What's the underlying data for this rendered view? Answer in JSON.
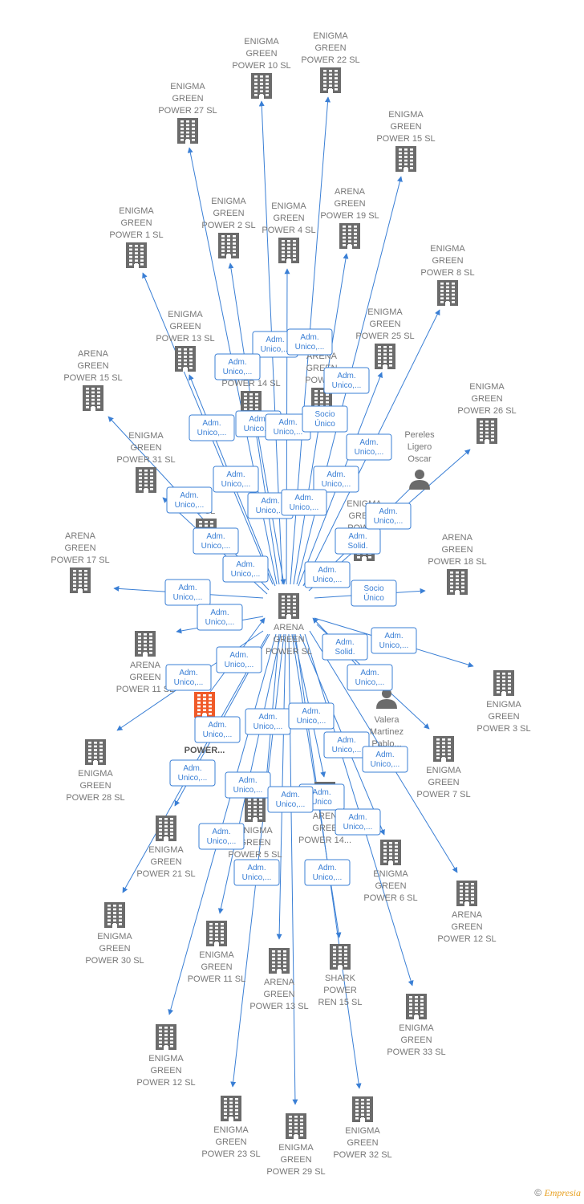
{
  "footer": {
    "copyright": "©",
    "brand": "Empresia"
  },
  "colors": {
    "edge": "#3a7fd5",
    "building": "#6b6b6b",
    "focus": "#f05a28",
    "label": "#777777"
  },
  "nodes": [
    {
      "id": "center",
      "lines": [
        "ARENA",
        "GREEN",
        "POWER  SL"
      ],
      "icon": "building-icon"
    },
    {
      "id": "eg10",
      "lines": [
        "ENIGMA",
        "GREEN",
        "POWER 10  SL"
      ],
      "icon": "building-icon"
    },
    {
      "id": "eg22",
      "lines": [
        "ENIGMA",
        "GREEN",
        "POWER 22  SL"
      ],
      "icon": "building-icon"
    },
    {
      "id": "eg27",
      "lines": [
        "ENIGMA",
        "GREEN",
        "POWER 27  SL"
      ],
      "icon": "building-icon"
    },
    {
      "id": "eg15",
      "lines": [
        "ENIGMA",
        "GREEN",
        "POWER 15  SL"
      ],
      "icon": "building-icon"
    },
    {
      "id": "eg2",
      "lines": [
        "ENIGMA",
        "GREEN",
        "POWER 2  SL"
      ],
      "icon": "building-icon"
    },
    {
      "id": "eg4",
      "lines": [
        "ENIGMA",
        "GREEN",
        "POWER 4  SL"
      ],
      "icon": "building-icon"
    },
    {
      "id": "ag19",
      "lines": [
        "ARENA",
        "GREEN",
        "POWER 19  SL"
      ],
      "icon": "building-icon"
    },
    {
      "id": "eg1",
      "lines": [
        "ENIGMA",
        "GREEN",
        "POWER 1  SL"
      ],
      "icon": "building-icon"
    },
    {
      "id": "eg8",
      "lines": [
        "ENIGMA",
        "GREEN",
        "POWER 8  SL"
      ],
      "icon": "building-icon"
    },
    {
      "id": "eg13",
      "lines": [
        "ENIGMA",
        "GREEN",
        "POWER 13  SL"
      ],
      "icon": "building-icon"
    },
    {
      "id": "eg25",
      "lines": [
        "ENIGMA",
        "GREEN",
        "POWER 25  SL"
      ],
      "icon": "building-icon"
    },
    {
      "id": "ag15",
      "lines": [
        "ARENA",
        "GREEN",
        "POWER 15  SL"
      ],
      "icon": "building-icon"
    },
    {
      "id": "eg14",
      "lines": [
        "A",
        "N",
        "POWER 14  SL"
      ],
      "icon": "building-icon"
    },
    {
      "id": "ag_hidden",
      "lines": [
        "ARENA",
        "GREEN",
        "POWER"
      ],
      "icon": "building-icon"
    },
    {
      "id": "eg26",
      "lines": [
        "ENIGMA",
        "GREEN",
        "POWER 26  SL"
      ],
      "icon": "building-icon"
    },
    {
      "id": "pereles",
      "lines": [
        "Pereles",
        "Ligero",
        "Oscar"
      ],
      "icon": "person-icon"
    },
    {
      "id": "eg31",
      "lines": [
        "ENIGMA",
        "GREEN",
        "POWER 31  SL"
      ],
      "icon": "building-icon"
    },
    {
      "id": "eg16",
      "lines": [
        "6  SL"
      ],
      "icon": "building-icon"
    },
    {
      "id": "eg_solid",
      "lines": [
        "ENIGMA",
        "GREEN",
        "POWER"
      ],
      "icon": "building-icon"
    },
    {
      "id": "ag17",
      "lines": [
        "ARENA",
        "GREEN",
        "POWER 17  SL"
      ],
      "icon": "building-icon"
    },
    {
      "id": "ag18",
      "lines": [
        "ARENA",
        "GREEN",
        "POWER 18  SL"
      ],
      "icon": "building-icon"
    },
    {
      "id": "ag11",
      "lines": [
        "ARENA",
        "GREEN",
        "POWER 11  SL"
      ],
      "icon": "building-icon"
    },
    {
      "id": "eg3",
      "lines": [
        "ENIGMA",
        "GREEN",
        "POWER 3  SL"
      ],
      "icon": "building-icon"
    },
    {
      "id": "focus",
      "lines": [
        "AR",
        "GR",
        "POWER..."
      ],
      "icon": "building-icon-focus"
    },
    {
      "id": "valera",
      "lines": [
        "Valera",
        "Martinez",
        "Pablo..."
      ],
      "icon": "person-icon"
    },
    {
      "id": "eg28",
      "lines": [
        "ENIGMA",
        "GREEN",
        "POWER 28  SL"
      ],
      "icon": "building-icon"
    },
    {
      "id": "eg7",
      "lines": [
        "ENIGMA",
        "GREEN",
        "POWER 7  SL"
      ],
      "icon": "building-icon"
    },
    {
      "id": "eg21",
      "lines": [
        "ENIGMA",
        "GREEN",
        "POWER 21  SL"
      ],
      "icon": "building-icon"
    },
    {
      "id": "eg5",
      "lines": [
        "ENIGMA",
        "GREEN",
        "POWER 5  SL"
      ],
      "icon": "building-icon"
    },
    {
      "id": "ag14",
      "lines": [
        "AREN",
        "GREE",
        "POWER 14..."
      ],
      "icon": "building-icon"
    },
    {
      "id": "eg6",
      "lines": [
        "ENIGMA",
        "GREEN",
        "POWER 6  SL"
      ],
      "icon": "building-icon"
    },
    {
      "id": "ag12",
      "lines": [
        "ARENA",
        "GREEN",
        "POWER 12  SL"
      ],
      "icon": "building-icon"
    },
    {
      "id": "eg30",
      "lines": [
        "ENIGMA",
        "GREEN",
        "POWER 30  SL"
      ],
      "icon": "building-icon"
    },
    {
      "id": "eg11",
      "lines": [
        "ENIGMA",
        "GREEN",
        "POWER 11  SL"
      ],
      "icon": "building-icon"
    },
    {
      "id": "ag13",
      "lines": [
        "ARENA",
        "GREEN",
        "POWER 13  SL"
      ],
      "icon": "building-icon"
    },
    {
      "id": "shark",
      "lines": [
        "SHARK",
        "POWER",
        "REN 15  SL"
      ],
      "icon": "building-icon"
    },
    {
      "id": "eg33",
      "lines": [
        "ENIGMA",
        "GREEN",
        "POWER 33  SL"
      ],
      "icon": "building-icon"
    },
    {
      "id": "eg12",
      "lines": [
        "ENIGMA",
        "GREEN",
        "POWER 12  SL"
      ],
      "icon": "building-icon"
    },
    {
      "id": "eg23",
      "lines": [
        "ENIGMA",
        "GREEN",
        "POWER 23  SL"
      ],
      "icon": "building-icon"
    },
    {
      "id": "eg29",
      "lines": [
        "ENIGMA",
        "GREEN",
        "POWER 29  SL"
      ],
      "icon": "building-icon"
    },
    {
      "id": "eg32",
      "lines": [
        "ENIGMA",
        "GREEN",
        "POWER 32  SL"
      ],
      "icon": "building-icon"
    }
  ],
  "relation_labels": [
    [
      "Adm.",
      "Unico,..."
    ],
    [
      "Adm.",
      "Unico,..."
    ],
    [
      "Adm.",
      "Unico,..."
    ],
    [
      "Adm.",
      "Unico,..."
    ],
    [
      "Adm.",
      "Unico,..."
    ],
    [
      "Adm.",
      "Unico,..."
    ],
    [
      "Adm.",
      "Unico,..."
    ],
    [
      "Socio",
      "Único"
    ],
    [
      "Adm.",
      "Unico,..."
    ],
    [
      "Adm.",
      "Unico,..."
    ],
    [
      "Adm.",
      "Unico,..."
    ],
    [
      "Adm.",
      "Unico,..."
    ],
    [
      "Adm.",
      "Unico,..."
    ],
    [
      "Adm.",
      "Unico,..."
    ],
    [
      "Adm.",
      "Unico,..."
    ],
    [
      "Adm.",
      "Solid."
    ],
    [
      "Adm.",
      "Unico,..."
    ],
    [
      "Adm.",
      "Unico,..."
    ],
    [
      "Adm.",
      "Unico,..."
    ],
    [
      "Socio",
      "Único"
    ],
    [
      "Adm.",
      "Unico,..."
    ],
    [
      "Adm.",
      "Unico,..."
    ],
    [
      "Adm.",
      "Unico,..."
    ],
    [
      "Adm.",
      "Solid."
    ],
    [
      "Adm.",
      "Unico,..."
    ],
    [
      "Adm.",
      "Unico,..."
    ],
    [
      "Adm.",
      "Unico,..."
    ],
    [
      "Adm.",
      "Unico,..."
    ],
    [
      "Adm.",
      "Unico,..."
    ],
    [
      "Adm.",
      "Unico,..."
    ],
    [
      "Adm.",
      "Unico,..."
    ],
    [
      "Adm.",
      "Unico,..."
    ],
    [
      "Adm.",
      "Unico,..."
    ],
    [
      "Adm.",
      "Unico,..."
    ],
    [
      "Adm.",
      "Unico"
    ],
    [
      "Adm.",
      "Unico,..."
    ],
    [
      "Adm.",
      "Unico,..."
    ],
    [
      "Adm.",
      "Unico,..."
    ],
    [
      "Adm.",
      "Unico,..."
    ],
    [
      "Adm.",
      "Unico,..."
    ]
  ]
}
